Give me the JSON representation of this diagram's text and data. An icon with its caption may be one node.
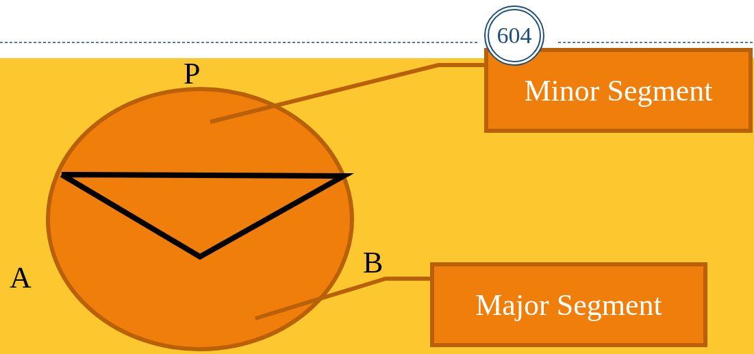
{
  "diagram": {
    "nodes": [
      {
        "text": [
          "Minor Segment"
        ]
      },
      {
        "text": [
          "Major Segment"
        ]
      }
    ],
    "edges": [
      {
        "from": 0,
        "to": null,
        "arrow": "none"
      },
      {
        "from": 1,
        "to": null,
        "arrow": "none"
      }
    ],
    "labels": [
      "604",
      "P",
      "A",
      "B"
    ]
  }
}
